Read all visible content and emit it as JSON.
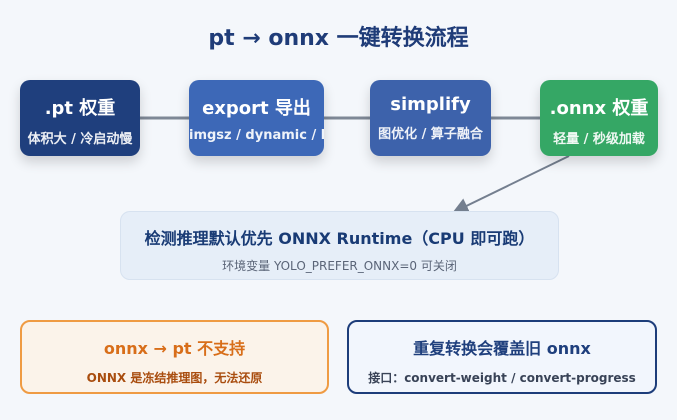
{
  "title": "pt → onnx 一键转换流程",
  "flow": [
    {
      "title": ".pt 权重",
      "subtitle": "体积大 / 冷启动慢"
    },
    {
      "title": "export 导出",
      "subtitle": "imgsz / dynamic / half"
    },
    {
      "title": "simplify",
      "subtitle": "图优化 / 算子融合"
    },
    {
      "title": ".onnx 权重",
      "subtitle": "轻量 / 秒级加载"
    }
  ],
  "info": {
    "title": "检测推理默认优先 ONNX Runtime（CPU 即可跑）",
    "subtitle": "环境变量 YOLO_PREFER_ONNX=0 可关闭"
  },
  "warning": {
    "title": "onnx → pt 不支持",
    "subtitle": "ONNX 是冻结推理图，无法还原"
  },
  "note": {
    "title": "重复转换会覆盖旧 onnx",
    "subtitle": "接口：convert-weight / convert-progress"
  },
  "colors": {
    "title": "#1f3c78",
    "pt_node": "#1f3f7d",
    "export_node": "#3d68b7",
    "simplify_node": "#3d62ab",
    "onnx_node": "#35a765",
    "info_background": "#e6eef8",
    "warning_border": "#ef9b43",
    "warning_text": "#d86e1a",
    "note_border": "#1d3d7a"
  }
}
